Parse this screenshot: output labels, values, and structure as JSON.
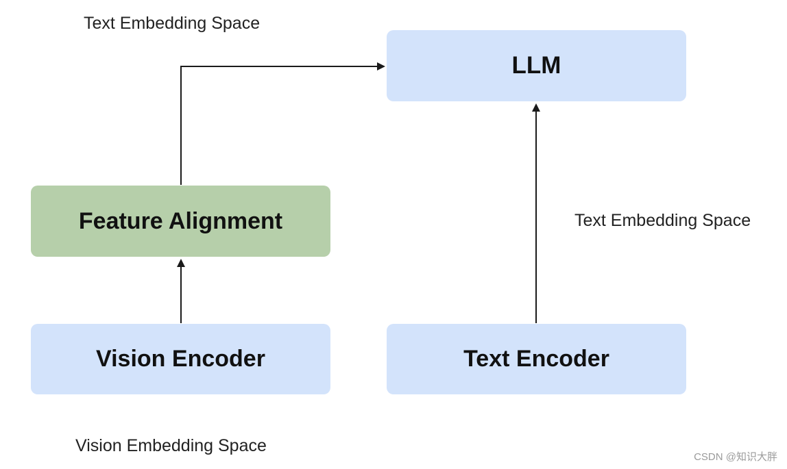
{
  "nodes": {
    "llm": "LLM",
    "feature_alignment": "Feature Alignment",
    "vision_encoder": "Vision Encoder",
    "text_encoder": "Text Encoder"
  },
  "labels": {
    "text_embedding_top": "Text Embedding Space",
    "text_embedding_right": "Text Embedding Space",
    "vision_embedding_bottom": "Vision Embedding Space"
  },
  "watermark": "CSDN @知识大胖",
  "colors": {
    "node_blue": "#d3e3fb",
    "node_green": "#b6cfaa",
    "arrow": "#1a1a1a"
  }
}
